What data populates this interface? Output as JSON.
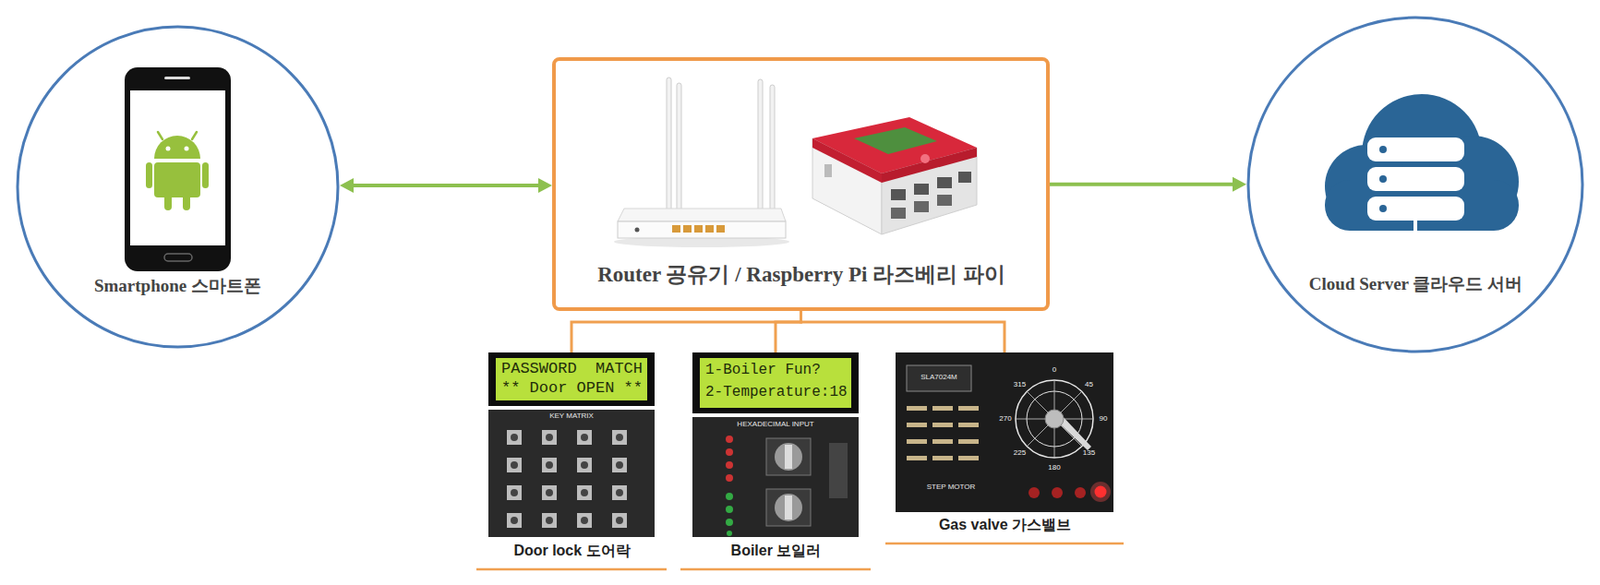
{
  "diagram": {
    "nodes": [
      {
        "text": [
          "Smartphone 스마트폰"
        ]
      },
      {
        "text": [
          "Router 공유기 / Raspberry Pi 라즈베리 파이"
        ]
      },
      {
        "text": [
          "Cloud Server 클라우드 서버"
        ]
      },
      {
        "text": [
          "Door lock 도어락"
        ]
      },
      {
        "text": [
          "Boiler 보일러"
        ]
      },
      {
        "text": [
          "Gas valve 가스밸브"
        ]
      }
    ],
    "edges": [
      {
        "from": 0,
        "to": 1,
        "arrow": "both"
      },
      {
        "from": 1,
        "to": 2,
        "arrow": "to"
      },
      {
        "from": 1,
        "to": 3,
        "arrow": "none"
      },
      {
        "from": 1,
        "to": 4,
        "arrow": "none"
      },
      {
        "from": 1,
        "to": 5,
        "arrow": "none"
      }
    ],
    "labels": [
      "PASSWORD MATCH",
      "** Door OPEN **",
      "KEY MATRIX",
      "1-Boiler Fun?",
      "2-Temperature:18",
      "HEXADECIMAL INPUT",
      "SLA7024M",
      "0",
      "45",
      "90",
      "135",
      "180",
      "225",
      "270",
      "315",
      "STEP MOTOR"
    ]
  }
}
